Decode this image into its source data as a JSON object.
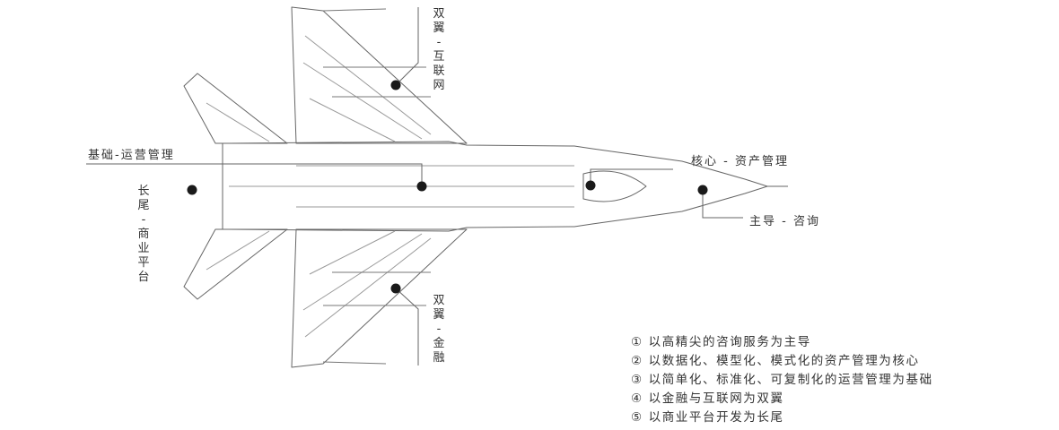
{
  "callouts": {
    "twin_wing_internet": [
      "双",
      "翼",
      "-",
      "互",
      "联",
      "网"
    ],
    "twin_wing_finance": [
      "双",
      "翼",
      "-",
      "金",
      "融"
    ],
    "long_tail": [
      "长",
      "尾",
      "-",
      "商",
      "业",
      "平",
      "台"
    ],
    "foundation": "基础-运营管理",
    "core": "核心 - 资产管理",
    "lead": "主导 - 咨询"
  },
  "principles": [
    "① 以高精尖的咨询服务为主导",
    "② 以数据化、模型化、模式化的资产管理为核心",
    "③ 以简单化、标准化、可复制化的运营管理为基础",
    "④ 以金融与互联网为双翼",
    "⑤ 以商业平台开发为长尾"
  ],
  "colors": {
    "line": "#666666",
    "marker": "#1a1a1a",
    "text": "#333333"
  }
}
